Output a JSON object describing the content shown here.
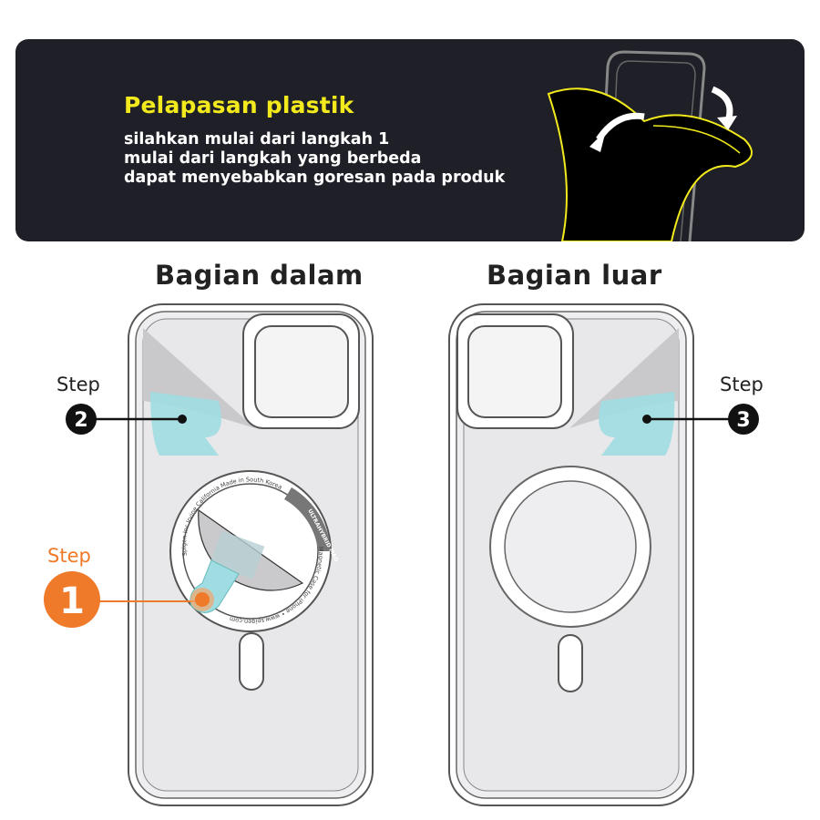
{
  "banner": {
    "title": "Pelapasan plastik",
    "lines": [
      "silahkan mulai dari langkah 1",
      "mulai dari langkah yang berbeda",
      "dapat menyebabkan goresan pada produk"
    ]
  },
  "sections": {
    "inside": {
      "label": "Bagian dalam"
    },
    "outside": {
      "label": "Bagian luar"
    }
  },
  "steps": [
    {
      "label": "Step",
      "number": "1",
      "color": "#ef7a2a"
    },
    {
      "label": "Step",
      "number": "2",
      "color": "#111111"
    },
    {
      "label": "Step",
      "number": "3",
      "color": "#111111"
    }
  ],
  "ring_text": {
    "top": "Spigen Inc Irvine California Made in South Korea",
    "badge": "ULTRAHYBRID MAG",
    "bottom": "Magnetic Case for iPhone  •  www.spigen.com"
  },
  "colors": {
    "accent_yellow": "#f2ea1c",
    "film_blue": "#9fdde2",
    "banner_bg": "#1e1f27"
  }
}
